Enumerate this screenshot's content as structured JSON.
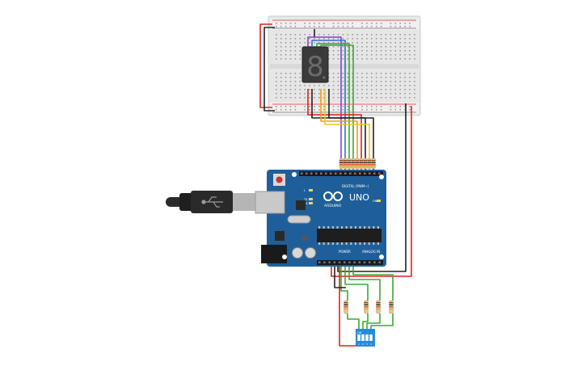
{
  "display": {
    "digit": "8"
  },
  "arduino": {
    "brand": "ARDUINO",
    "model": "UNO",
    "digital_label": "DIGITAL (PWM~)",
    "analog_label": "ANALOG IN",
    "power_label": "POWER",
    "led_l": "L",
    "led_tx": "TX",
    "led_rx": "RX",
    "on_label": "ON"
  },
  "dip_switch": {
    "on_label": "ON",
    "numbers": [
      "1",
      "2",
      "3",
      "4"
    ]
  },
  "colors": {
    "wire_red": "#e02020",
    "wire_black": "#222222",
    "wire_green": "#3aa935",
    "wire_blue": "#2c6fd6",
    "wire_purple": "#8a3fc8",
    "wire_orange": "#f39a1e",
    "wire_yellow": "#e6c81e",
    "board_blue": "#1f5f99",
    "breadboard": "#e8e8e8",
    "dip_blue": "#2a8ad9"
  },
  "icons": [
    "usb-cable-icon",
    "seven-segment-display-icon",
    "dip-switch-icon"
  ]
}
